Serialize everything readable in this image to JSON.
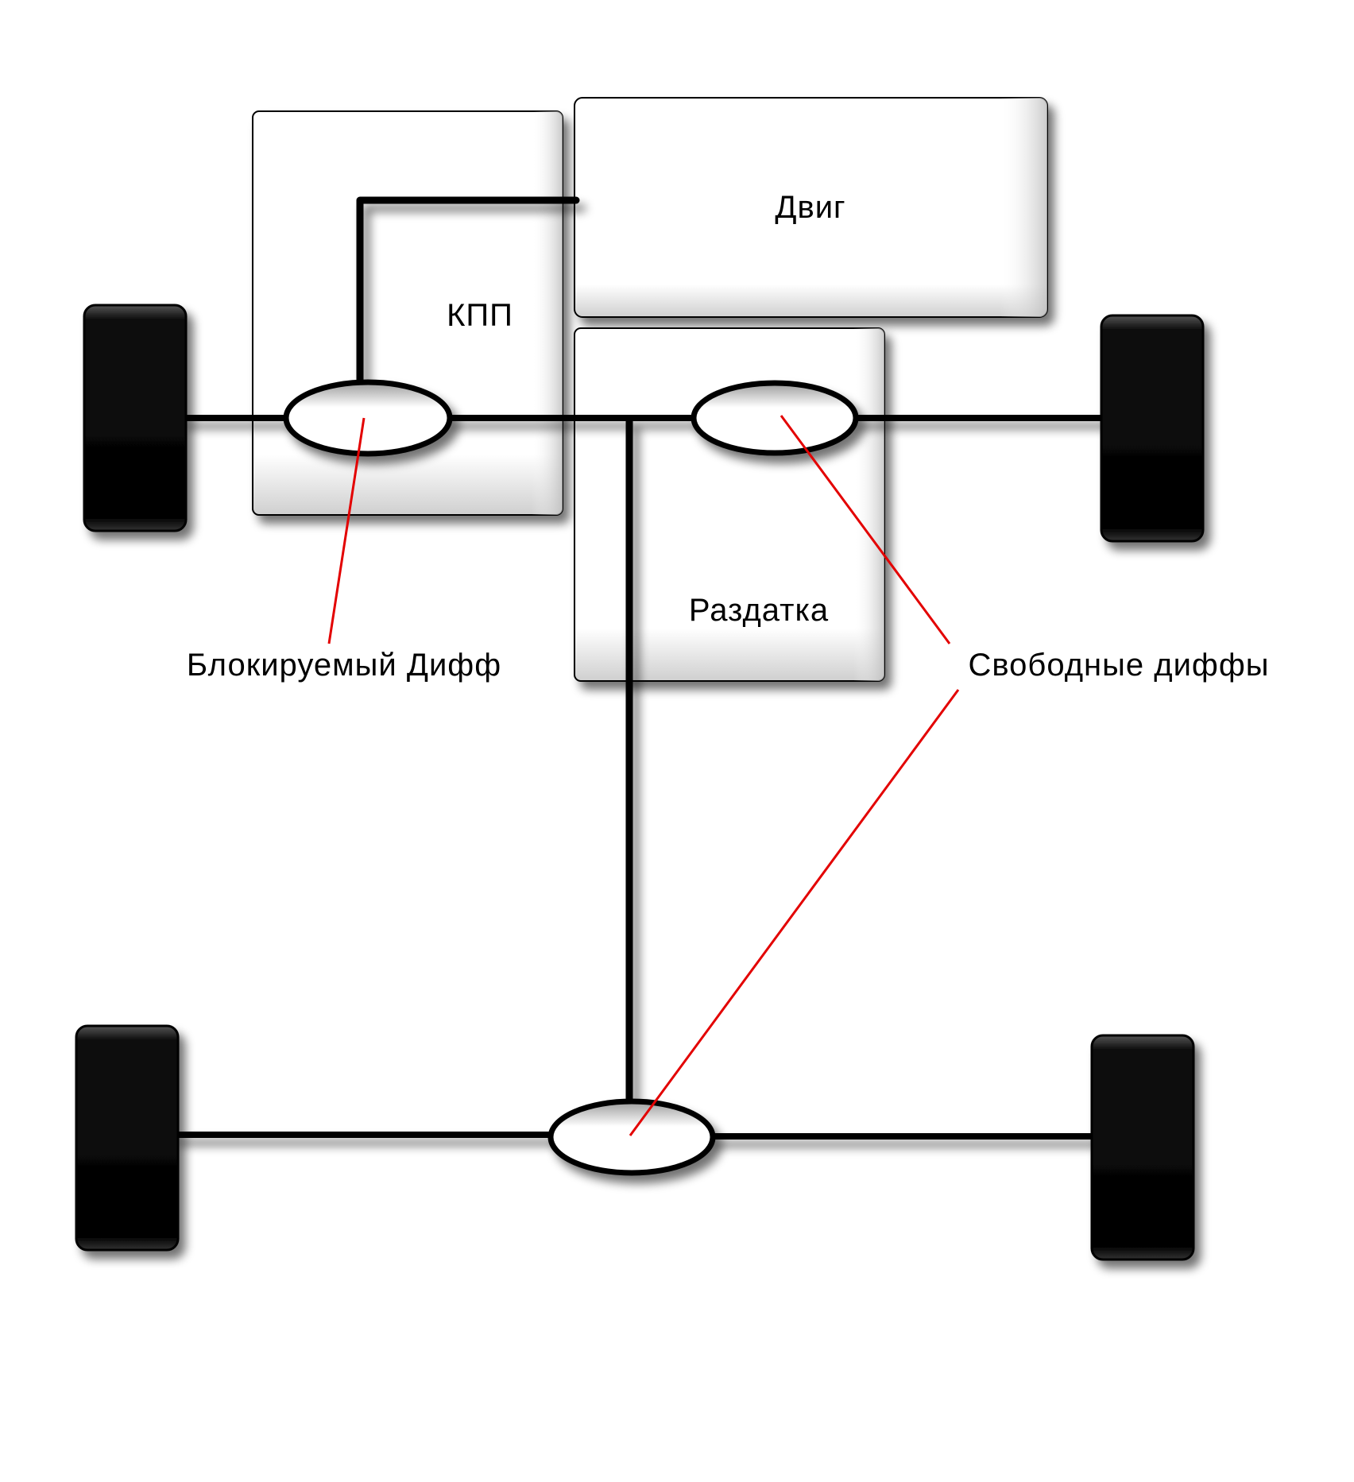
{
  "labels": {
    "engine": "Двиг",
    "gearbox": "КПП",
    "transfer_case": "Раздатка",
    "locking_diff": "Блокируемый Дифф",
    "open_diffs": "Свободные диффы"
  },
  "colors": {
    "background": "#ffffff",
    "wheel": "#000000",
    "shaft": "#000000",
    "pointer": "#e30000",
    "box_fill": "#ffffff",
    "box_stroke": "#000000"
  }
}
